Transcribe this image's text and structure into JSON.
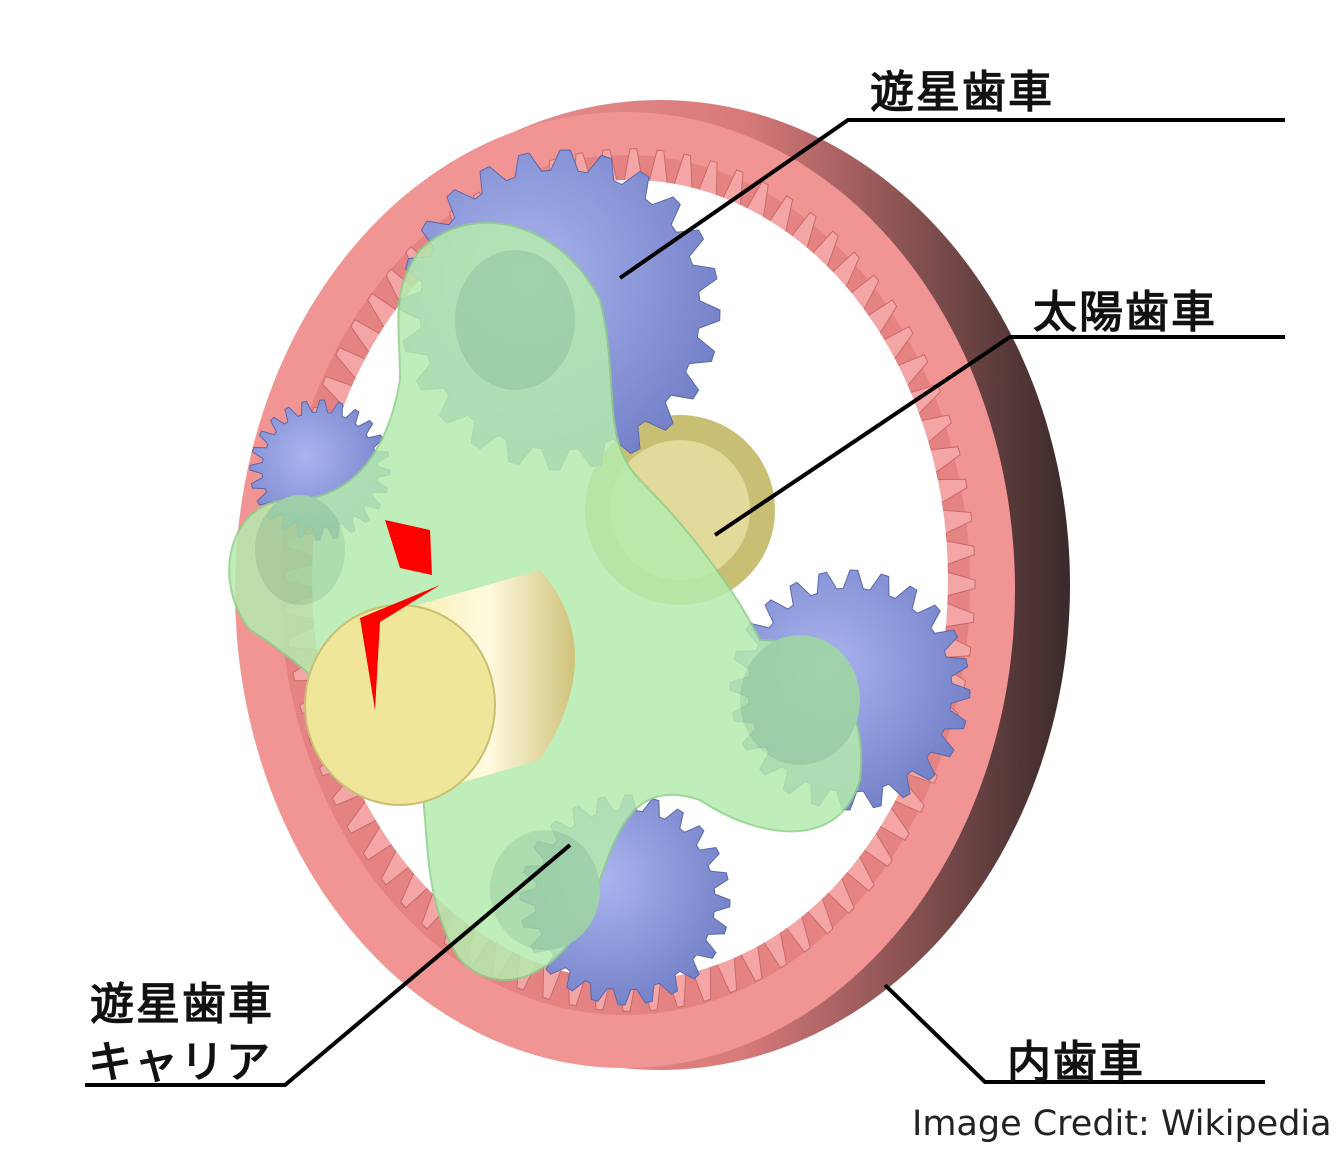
{
  "labels": {
    "planet_gear": "遊星歯車",
    "sun_gear": "太陽歯車",
    "carrier_line1": "遊星歯車",
    "carrier_line2": "キャリア",
    "ring_gear": "内歯車"
  },
  "credit": "Image Credit: Wikipedia",
  "colors": {
    "ring": "#e98989",
    "planet": "#8e9be0",
    "carrier": "#b7ecb0",
    "sun": "#d8cf8a",
    "shaft": "#f1eca0",
    "marker": "#ff0000"
  }
}
